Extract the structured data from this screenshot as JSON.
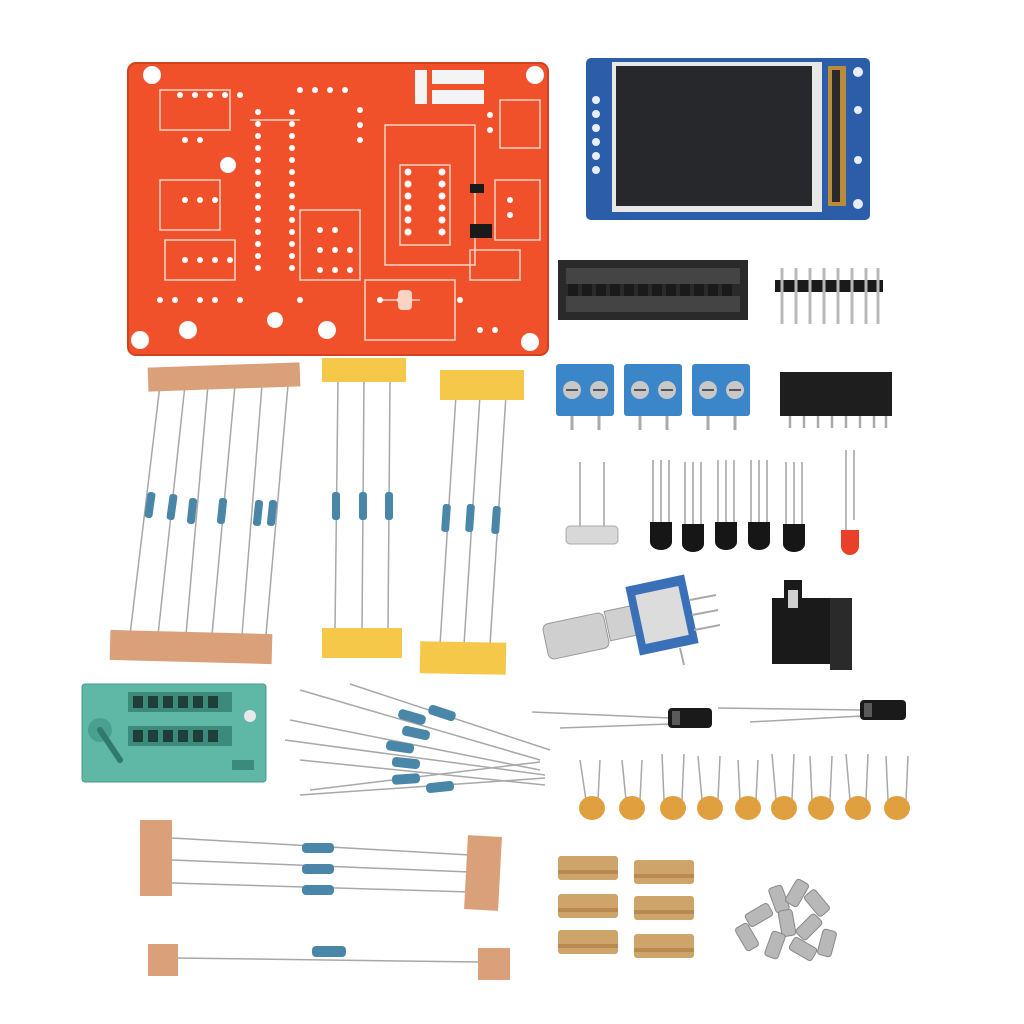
{
  "photo": {
    "subject": "",
    "background_color": "#ffffff"
  },
  "colors": {
    "pcb": "#f0502a",
    "pcb_edge": "#c93a1c",
    "lcd_board": "#2c5da8",
    "lcd_screen": "#26282c",
    "terminal_blue": "#3a86c8",
    "zif_green": "#5fb8a6",
    "tape_tan": "#d9a07a",
    "tape_yellow": "#f5c84a",
    "resistor_body": "#4a86a8",
    "capacitor_tan": "#e0a040",
    "spacer_brass": "#cfa46a"
  },
  "components": [
    {
      "name": "pcb-board",
      "label": ""
    },
    {
      "name": "tft-lcd-module",
      "label": ""
    },
    {
      "name": "ic-socket-28pin",
      "label": ""
    },
    {
      "name": "pin-header-male",
      "label": ""
    },
    {
      "name": "screw-terminals",
      "label": ""
    },
    {
      "name": "pin-header-female",
      "label": ""
    },
    {
      "name": "crystal-oscillator",
      "label": ""
    },
    {
      "name": "transistors",
      "label": ""
    },
    {
      "name": "red-led",
      "label": ""
    },
    {
      "name": "rotary-encoder",
      "label": ""
    },
    {
      "name": "dc-power-jack",
      "label": ""
    },
    {
      "name": "zif-socket",
      "label": ""
    },
    {
      "name": "electrolytic-capacitors",
      "label": ""
    },
    {
      "name": "ceramic-capacitors",
      "label": ""
    },
    {
      "name": "brass-spacers",
      "label": ""
    },
    {
      "name": "screws",
      "label": ""
    },
    {
      "name": "taped-resistor-strips",
      "label": ""
    },
    {
      "name": "loose-resistors",
      "label": ""
    }
  ]
}
